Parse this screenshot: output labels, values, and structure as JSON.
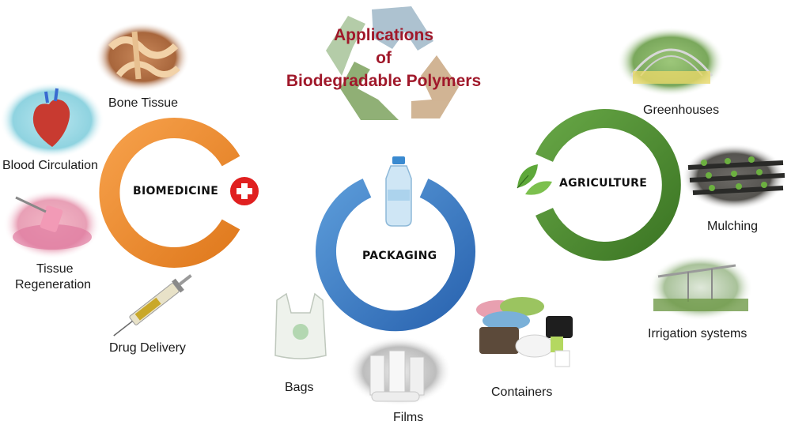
{
  "title": {
    "line1": "Applications",
    "line2": "of",
    "line3": "Biodegradable Polymers"
  },
  "sectors": {
    "biomedicine": {
      "label": "BIOMEDICINE",
      "color": "#ef8a30",
      "items": [
        "Bone Tissue",
        "Blood Circulation",
        "Tissue",
        "Regeneration",
        "Drug Delivery"
      ]
    },
    "packaging": {
      "label": "PACKAGING",
      "color": "#3a7cc8",
      "items": [
        "Bags",
        "Films",
        "Containers"
      ]
    },
    "agriculture": {
      "label": "AGRICULTURE",
      "color": "#4a8a30",
      "items": [
        "Greenhouses",
        "Mulching",
        "Irrigation systems"
      ]
    }
  },
  "colors": {
    "title": "#a0182a",
    "cross": "#e02020",
    "recycle": "#8aa9c0"
  }
}
